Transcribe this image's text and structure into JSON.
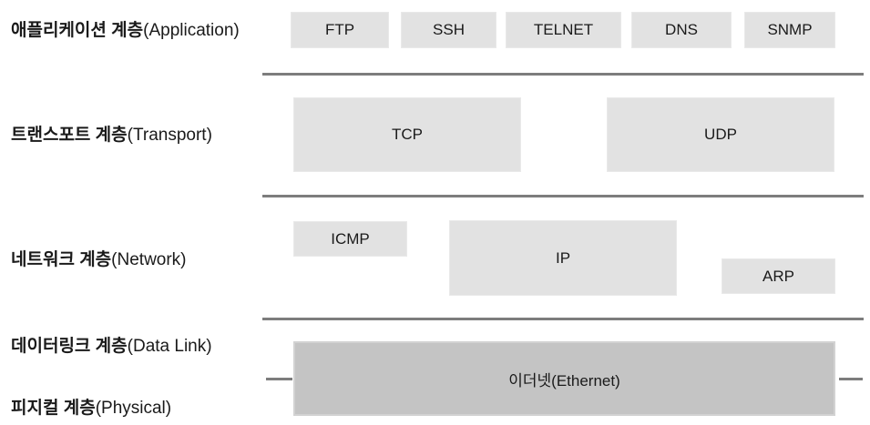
{
  "layer_labels": [
    {
      "ko": "애플리케이션 계층",
      "en": "(Application)"
    },
    {
      "ko": "트랜스포트 계층",
      "en": "(Transport)"
    },
    {
      "ko": "네트워크 계층",
      "en": "(Network)"
    },
    {
      "ko": "데이터링크 계층",
      "en": "(Data Link)"
    },
    {
      "ko": "피지컬 계층",
      "en": "(Physical)"
    }
  ],
  "protocols": {
    "application": [
      "FTP",
      "SSH",
      "TELNET",
      "DNS",
      "SNMP"
    ],
    "transport": [
      "TCP",
      "UDP"
    ],
    "network": [
      "ICMP",
      "IP",
      "ARP"
    ],
    "datalink_physical": "이더넷(Ethernet)"
  },
  "colors": {
    "background": "#ffffff",
    "box_light": "#e2e2e2",
    "box_dark": "#c4c4c4",
    "divider": "#7d7d7d",
    "text": "#1a1a1a"
  }
}
